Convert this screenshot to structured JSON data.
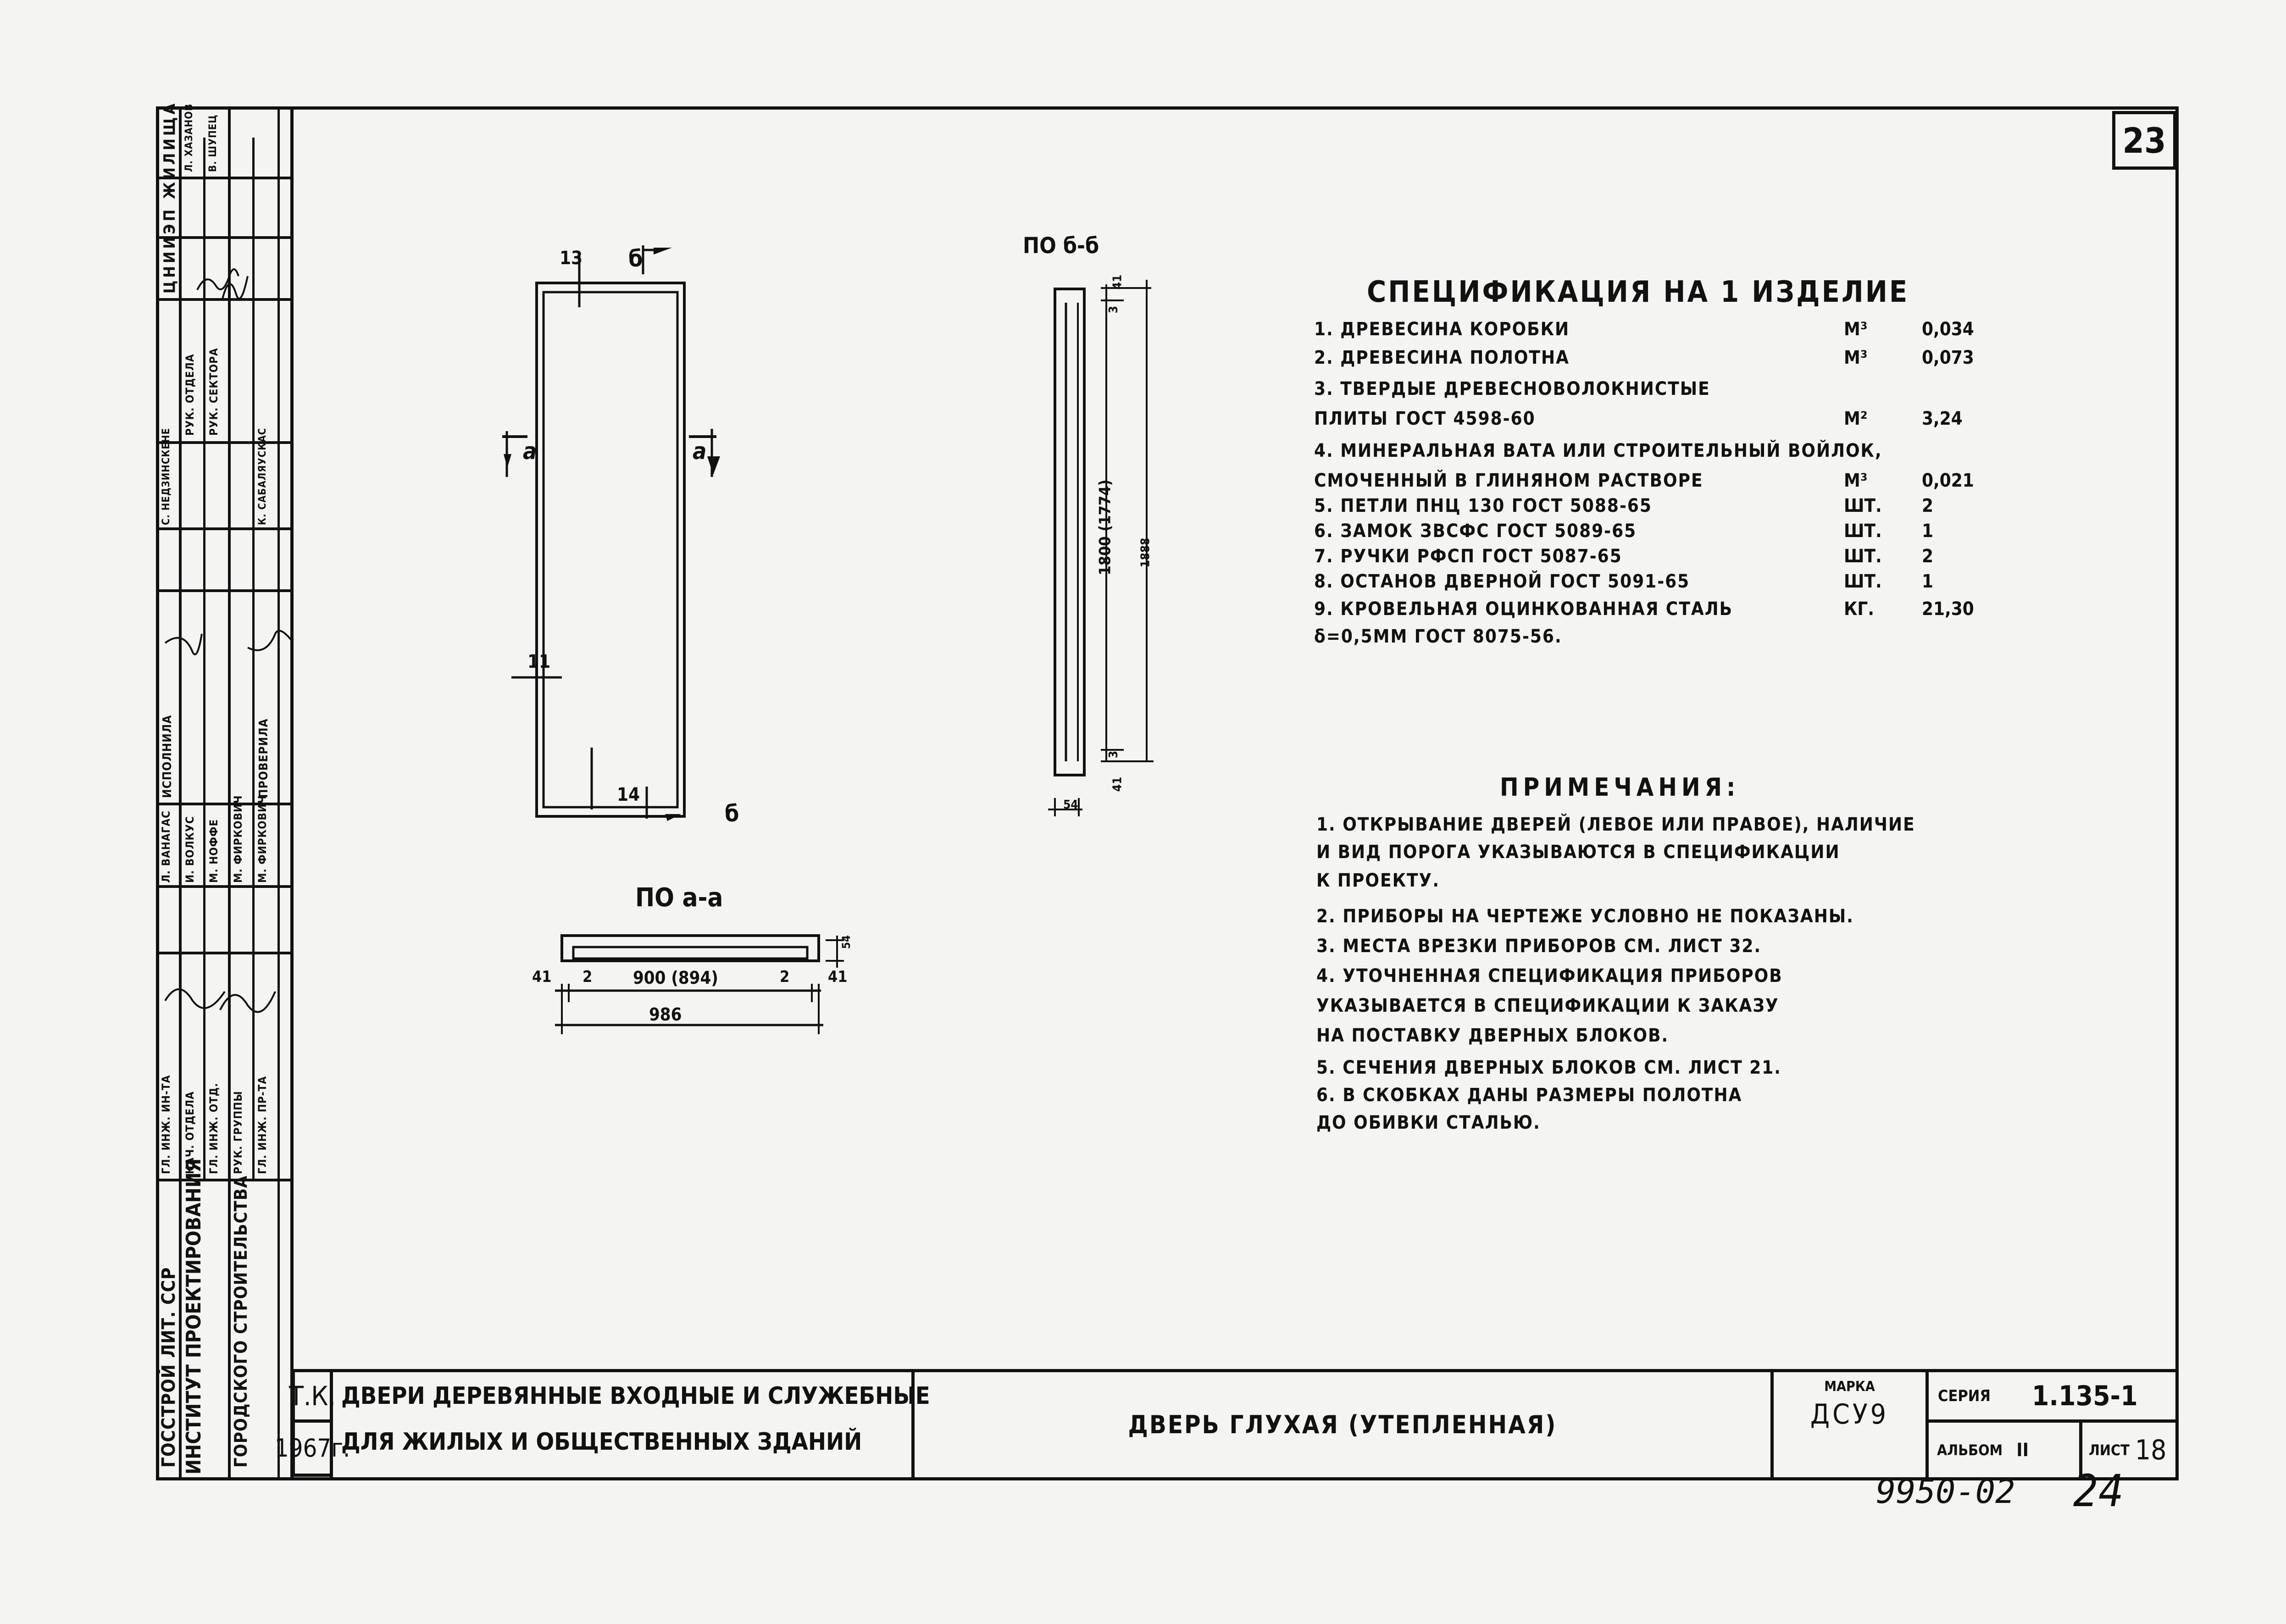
{
  "sheet_number": "23",
  "specification": {
    "title": "СПЕЦИФИКАЦИЯ НА 1 ИЗДЕЛИЕ",
    "rows": [
      {
        "text": "1. ДРЕВЕСИНА КОРОБКИ",
        "unit": "М³",
        "qty": "0,034"
      },
      {
        "text": "2. ДРЕВЕСИНА ПОЛОТНА",
        "unit": "М³",
        "qty": "0,073"
      },
      {
        "text": "3. ТВЕРДЫЕ ДРЕВЕСНОВОЛОКНИСТЫЕ",
        "unit": "",
        "qty": ""
      },
      {
        "text": "   ПЛИТЫ ГОСТ 4598-60",
        "unit": "М²",
        "qty": "3,24"
      },
      {
        "text": "4. МИНЕРАЛЬНАЯ ВАТА ИЛИ СТРОИТЕЛЬНЫЙ ВОЙЛОК,",
        "unit": "",
        "qty": ""
      },
      {
        "text": "   СМОЧЕННЫЙ В ГЛИНЯНОМ РАСТВОРЕ",
        "unit": "М³",
        "qty": "0,021"
      },
      {
        "text": "5. ПЕТЛИ ПНЦ 130 ГОСТ 5088-65",
        "unit": "ШТ.",
        "qty": "2"
      },
      {
        "text": "6. ЗАМОК ЗВСФС ГОСТ 5089-65",
        "unit": "ШТ.",
        "qty": "1"
      },
      {
        "text": "7. РУЧКИ РФСП ГОСТ 5087-65",
        "unit": "ШТ.",
        "qty": "2"
      },
      {
        "text": "8. ОСТАНОВ ДВЕРНОЙ ГОСТ 5091-65",
        "unit": "ШТ.",
        "qty": "1"
      },
      {
        "text": "9. КРОВЕЛЬНАЯ ОЦИНКОВАННАЯ СТАЛЬ",
        "unit": "КГ.",
        "qty": "21,30"
      },
      {
        "text": "   δ=0,5ММ ГОСТ 8075-56.",
        "unit": "",
        "qty": ""
      }
    ]
  },
  "notes": {
    "title": "ПРИМЕЧАНИЯ:",
    "lines": [
      "1. ОТКРЫВАНИЕ ДВЕРЕЙ (ЛЕВОЕ ИЛИ ПРАВОЕ), НАЛИЧИЕ",
      "   И ВИД ПОРОГА УКАЗЫВАЮТСЯ В СПЕЦИФИКАЦИИ",
      "   К ПРОЕКТУ.",
      "2. ПРИБОРЫ НА ЧЕРТЕЖЕ УСЛОВНО НЕ ПОКАЗАНЫ.",
      "3. МЕСТА ВРЕЗКИ ПРИБОРОВ СМ. ЛИСТ 32.",
      "4. УТОЧНЕННАЯ СПЕЦИФИКАЦИЯ ПРИБОРОВ",
      "   УКАЗЫВАЕТСЯ В СПЕЦИФИКАЦИИ К ЗАКАЗУ",
      "   НА ПОСТАВКУ ДВЕРНЫХ БЛОКОВ.",
      "5. СЕЧЕНИЯ ДВЕРНЫХ БЛОКОВ СМ. ЛИСТ 21.",
      "6. В СКОБКАХ ДАНЫ РАЗМЕРЫ ПОЛОТНА",
      "   ДО ОБИВКИ СТАЛЬЮ."
    ]
  },
  "elevation": {
    "dim_top": "13",
    "dim_bottom": "14",
    "dim_left": "11",
    "section_b_top": "б",
    "section_b_bottom": "б",
    "section_a_left": "а",
    "section_a_right": "а"
  },
  "section_bb": {
    "title": "ПО б-б",
    "dim_top_small": "41",
    "dim_top_gap": "3",
    "dim_height": "1800 (1774)",
    "dim_total": "1888",
    "dim_bottom_small": "41",
    "dim_bottom_gap": "3",
    "dim_thickness": "54"
  },
  "section_aa": {
    "title": "ПО а-а",
    "dim_left_frame": "41",
    "dim_left_gap": "2",
    "dim_width": "900 (894)",
    "dim_right_gap": "2",
    "dim_right_frame": "41",
    "dim_total": "986",
    "dim_thickness": "54"
  },
  "title_block": {
    "tk": "Т.К.",
    "year": "1967г.",
    "project_line1": "ДВЕРИ ДЕРЕВЯННЫЕ ВХОДНЫЕ И СЛУЖЕБНЫЕ",
    "project_line2": "ДЛЯ ЖИЛЫХ И ОБЩЕСТВЕННЫХ ЗДАНИЙ",
    "drawing_name": "ДВЕРЬ ГЛУХАЯ (УТЕПЛЕННАЯ)",
    "mark_label": "МАРКА",
    "mark_value": "ДСУ9",
    "series_label": "СЕРИЯ",
    "series_value": "1.135-1",
    "album_label": "АЛЬБОМ",
    "album_value": "II",
    "sheet_label": "ЛИСТ",
    "sheet_value": "18"
  },
  "archive_number": "9950-02",
  "archive_page": "24",
  "side_strip": {
    "org_line1": "ГОССТРОЙ ЛИТ. ССР",
    "org_line2": "ИНСТИТУТ ПРОЕКТИРОВАНИЯ",
    "org_line3": "ГОРОДСКОГО СТРОИТЕЛЬСТВА",
    "block1_header": "ЦНИИЭП ЖИЛИЩА",
    "block1_roles": [
      "РУК. ОТДЕЛА",
      "РУК. СЕКТОРА"
    ],
    "block1_names": [
      "Л. ХАЗАНОВ",
      "В. ШУПЕЦ"
    ],
    "block2_roles": [
      "ИСПОЛНИЛА",
      "ПРОВЕРИЛА"
    ],
    "block2_names": [
      "С. НЕДЗИНСКЕНЕ",
      "К. САБАЛЯУСКАС"
    ],
    "block3_roles": [
      "ГЛ. ИНЖ. ИН-ТА",
      "НАЧ. ОТДЕЛА",
      "ГЛ. ИНЖ. ОТД.",
      "РУК. ГРУППЫ",
      "ГЛ. ИНЖ. ПР-ТА"
    ],
    "block3_names": [
      "Л. ВАНАГАС",
      "И. ВОЛКУС",
      "М. НОФФЕ",
      "М. ФИРКОВИЧ",
      "М. ФИРКОВИЧ"
    ]
  }
}
